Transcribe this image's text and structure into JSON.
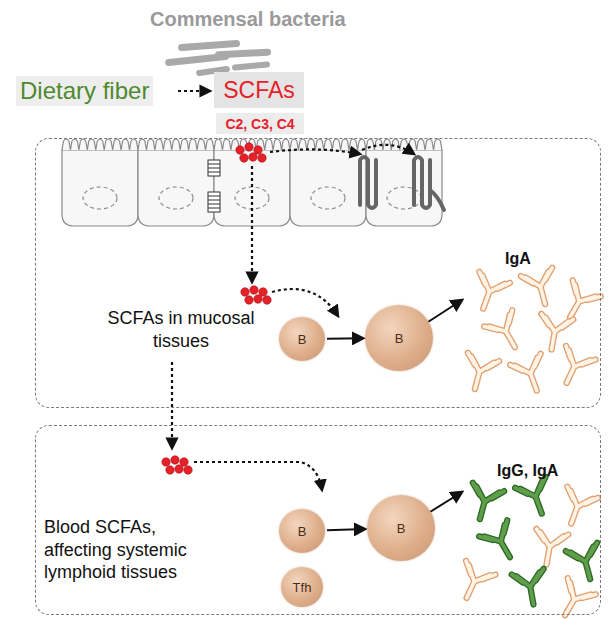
{
  "diagram": {
    "nodes": [
      {
        "text": [
          "SCFAs"
        ]
      },
      {
        "text": [
          "C2, C3, C4"
        ]
      },
      {
        "text": [
          "SCFAs in mucosal tissues"
        ]
      },
      {
        "text": [
          "B"
        ],
        "in": 2
      },
      {
        "text": [
          "B"
        ],
        "in": 2
      },
      {
        "text": [
          "Blood SCFAs, affecting systemic lymphoid tissues"
        ]
      },
      {
        "text": [
          "B"
        ],
        "in": 5
      },
      {
        "text": [
          "Tfh"
        ],
        "in": 5
      },
      {
        "text": [
          "B"
        ],
        "in": 5
      }
    ],
    "edges": [
      {
        "from": 3,
        "to": 4,
        "arrow": "to"
      },
      {
        "from": 6,
        "to": 8,
        "arrow": "to"
      }
    ],
    "labels": [
      "Commensal bacteria",
      "Dietary fiber",
      "IgA",
      "IgG, IgA"
    ]
  }
}
